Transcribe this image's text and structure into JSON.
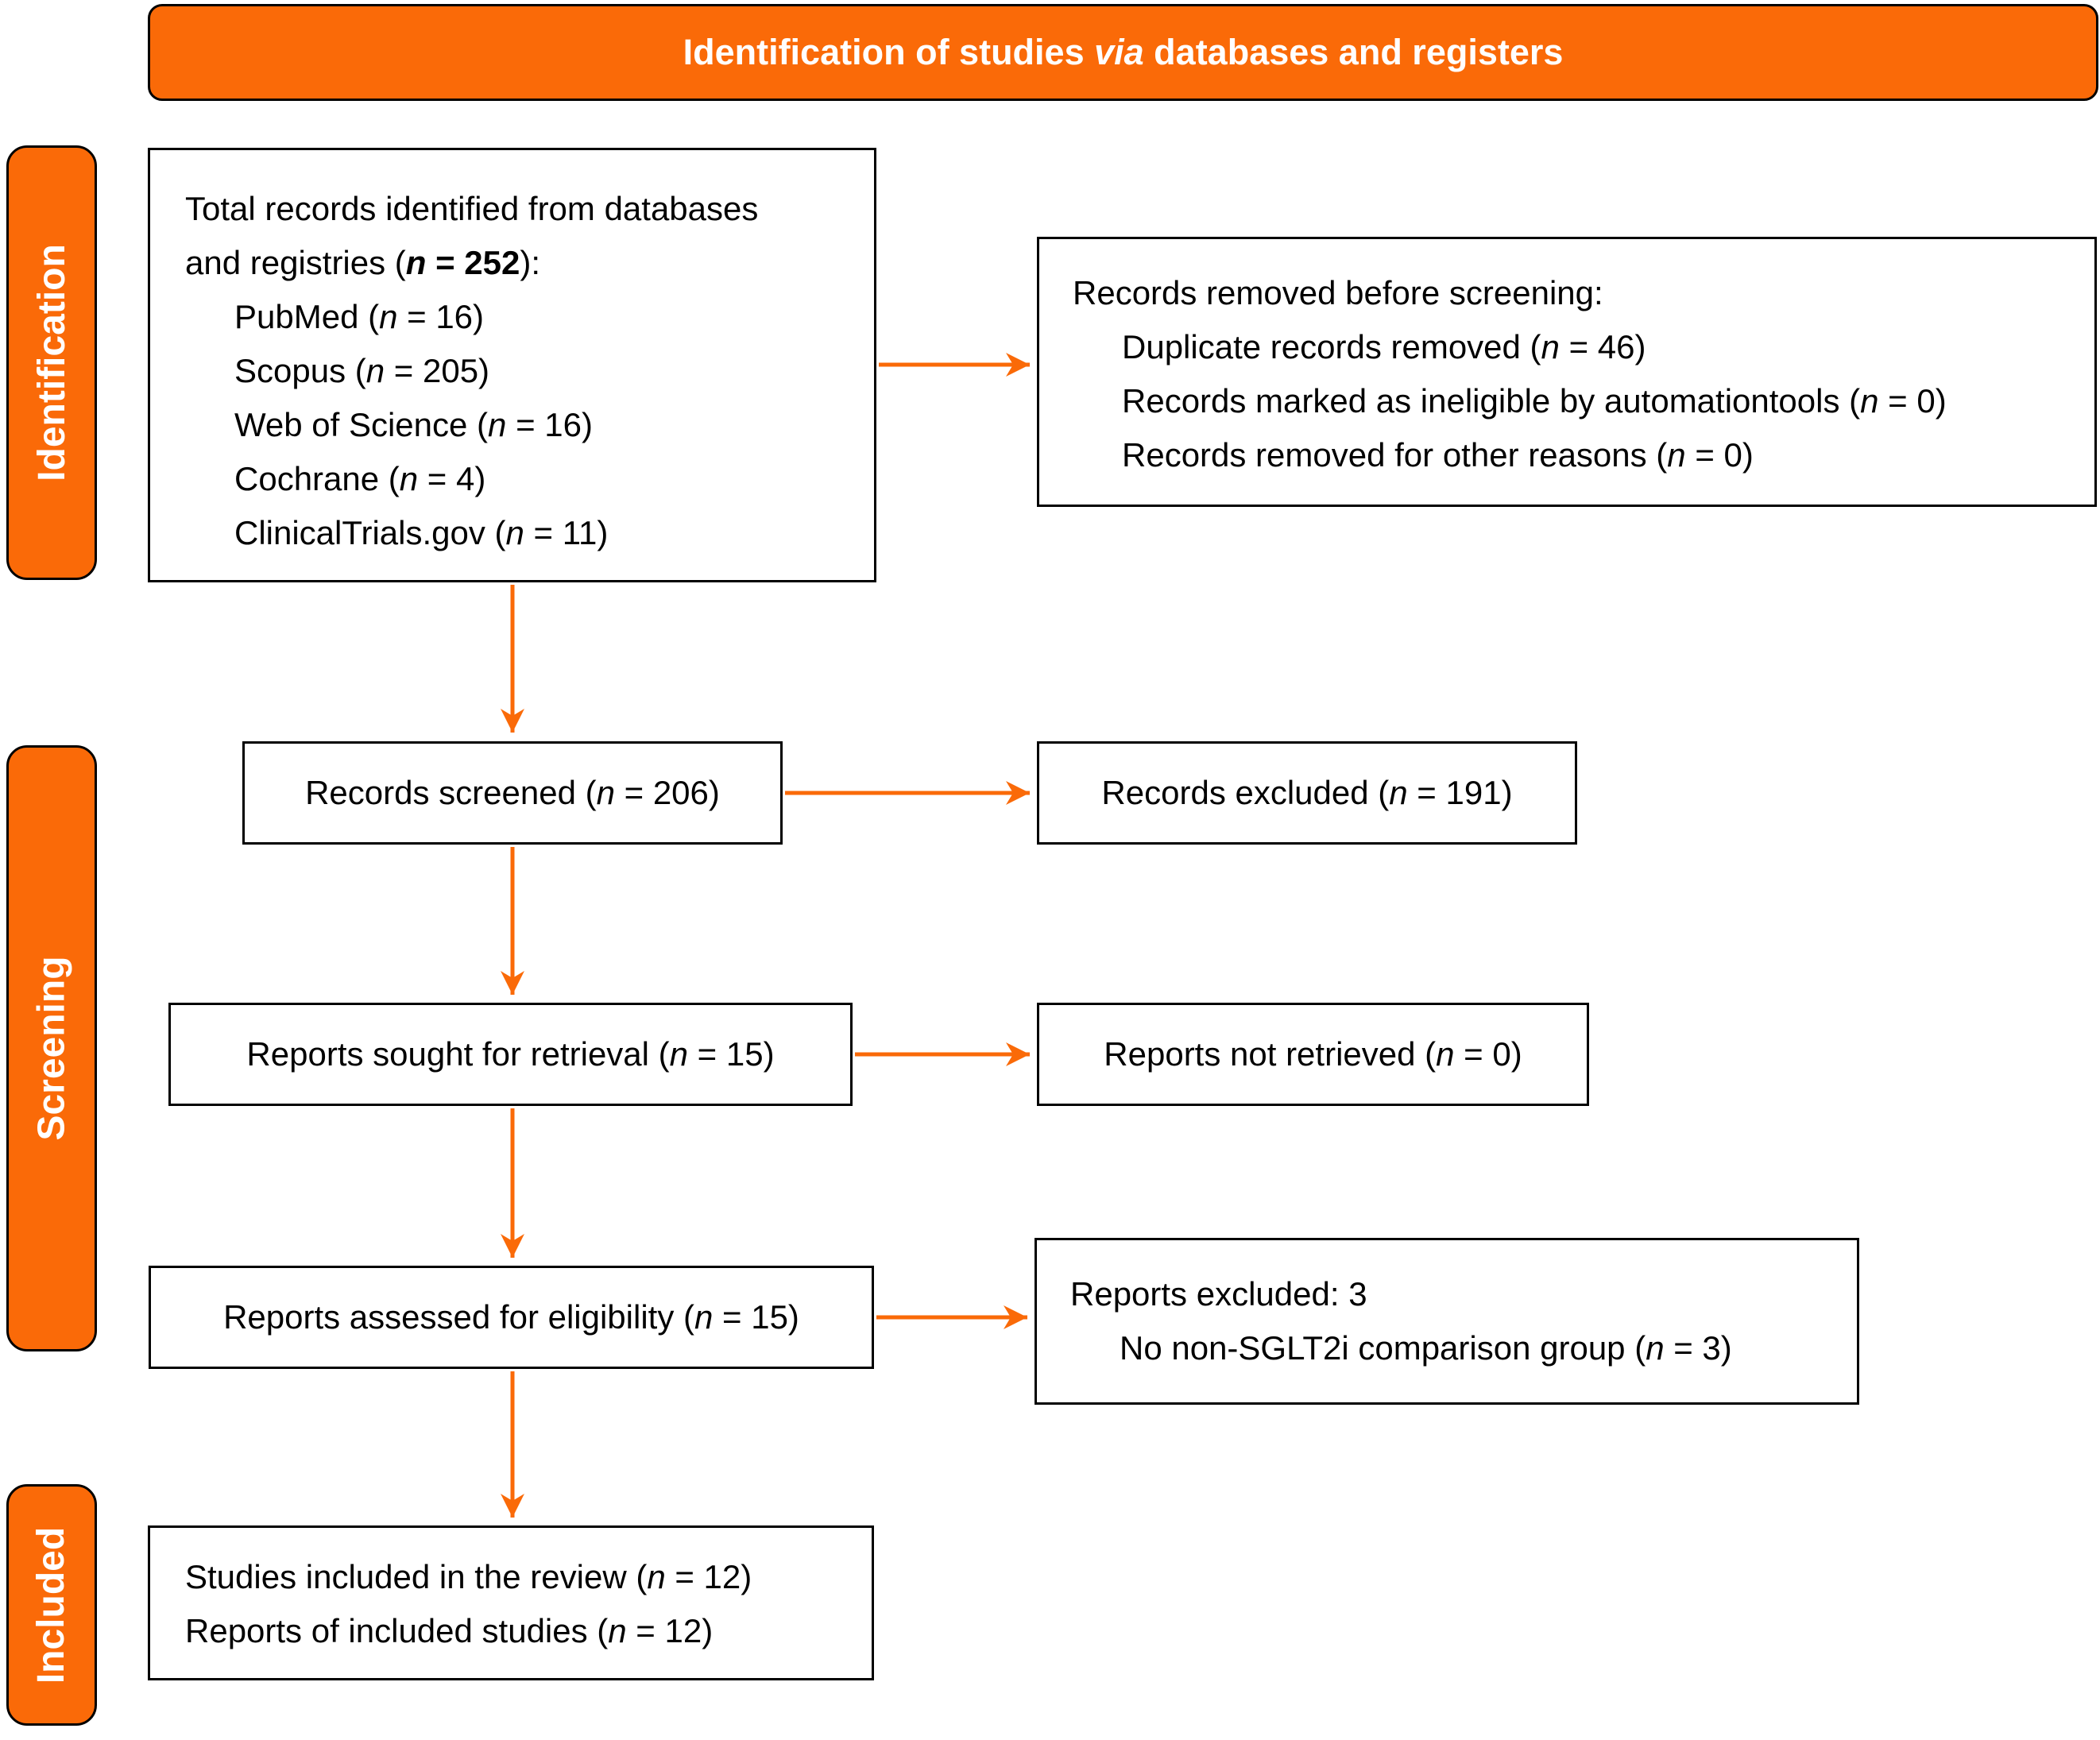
{
  "title": {
    "text": "Identification of studies *via* databases and registers"
  },
  "stages": [
    {
      "label": "Identification"
    },
    {
      "label": "Screening"
    },
    {
      "label": "Included"
    }
  ],
  "colors": {
    "accent_orange": "#FA6A08",
    "box_border": "#000000",
    "box_background": "#FFFFFF",
    "text": "#000000",
    "banner_text": "#FFFFFF"
  },
  "boxes": {
    "identified": {
      "lines": [
        {
          "text": "Total records identified from databases",
          "indent": false
        },
        {
          "text": "and registries (***n*** **= 252**):",
          "indent": false
        },
        {
          "text": "PubMed (*n* = 16)",
          "indent": true
        },
        {
          "text": "Scopus (*n* = 205)",
          "indent": true
        },
        {
          "text": "Web of Science (*n* = 16)",
          "indent": true
        },
        {
          "text": "Cochrane (*n* = 4)",
          "indent": true
        },
        {
          "text": "ClinicalTrials.gov (*n* = 11)",
          "indent": true
        }
      ]
    },
    "removed": {
      "lines": [
        {
          "text": "Records removed before screening:",
          "indent": false
        },
        {
          "text": "Duplicate records removed (*n* = 46)",
          "indent": true
        },
        {
          "text": "Records marked as ineligible by automationtools (*n* = 0)",
          "indent": true
        },
        {
          "text": "Records removed for other reasons (*n* = 0)",
          "indent": true
        }
      ]
    },
    "screened": {
      "text": "Records screened (*n* = 206)"
    },
    "excluded": {
      "text": "Records excluded (*n* = 191)"
    },
    "sought": {
      "text": "Reports sought for retrieval (*n* = 15)"
    },
    "not_retrieved": {
      "text": "Reports not retrieved (*n* = 0)"
    },
    "assessed": {
      "text": "Reports assessed for eligibility (*n* = 15)"
    },
    "reports_excluded": {
      "lines": [
        {
          "text": "Reports excluded: 3",
          "indent": false
        },
        {
          "text": "No non-SGLT2i comparison group (*n* = 3)",
          "indent": true
        }
      ]
    },
    "included": {
      "lines": [
        {
          "text": "Studies included in the review (*n* = 12)",
          "indent": false
        },
        {
          "text": "Reports of included studies (*n* = 12)",
          "indent": false
        }
      ]
    }
  }
}
